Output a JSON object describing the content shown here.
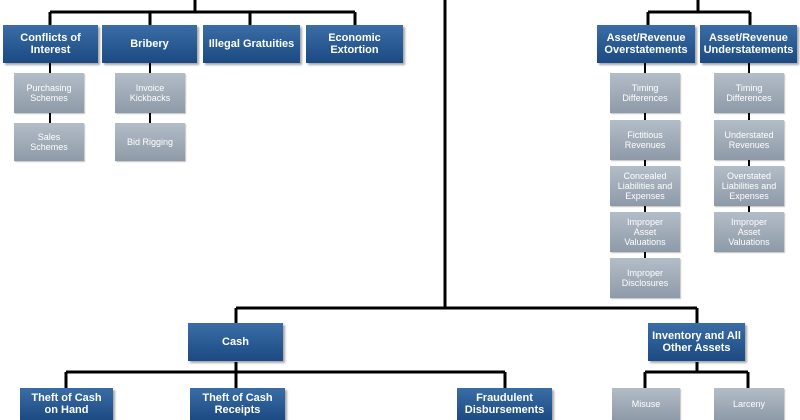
{
  "corruption": {
    "conflicts_of_interest": "Conflicts of\nInterest",
    "bribery": "Bribery",
    "illegal_gratuities": "Illegal Gratuities",
    "economic_extortion": "Economic\nExtortion",
    "purchasing_schemes": "Purchasing\nSchemes",
    "sales_schemes": "Sales\nSchemes",
    "invoice_kickbacks": "Invoice\nKickbacks",
    "bid_rigging": "Bid Rigging"
  },
  "financial_statement": {
    "overstatements": "Asset/Revenue\nOverstatements",
    "understatements": "Asset/Revenue\nUnderstatements",
    "over_items": [
      "Timing\nDifferences",
      "Fictitious\nRevenues",
      "Concealed\nLiabilities and\nExpenses",
      "Improper\nAsset\nValuations",
      "Improper\nDisclosures"
    ],
    "under_items": [
      "Timing\nDifferences",
      "Understated\nRevenues",
      "Overstated\nLiabilities and\nExpenses",
      "Improper\nAsset\nValuations"
    ]
  },
  "asset_misappropriation": {
    "cash": "Cash",
    "inventory": "Inventory and All\nOther Assets",
    "theft_on_hand": "Theft of Cash\non Hand",
    "theft_receipts": "Theft of Cash\nReceipts",
    "fraudulent_disbursements": "Fraudulent\nDisbursements",
    "misuse": "Misuse",
    "larceny": "Larceny"
  }
}
